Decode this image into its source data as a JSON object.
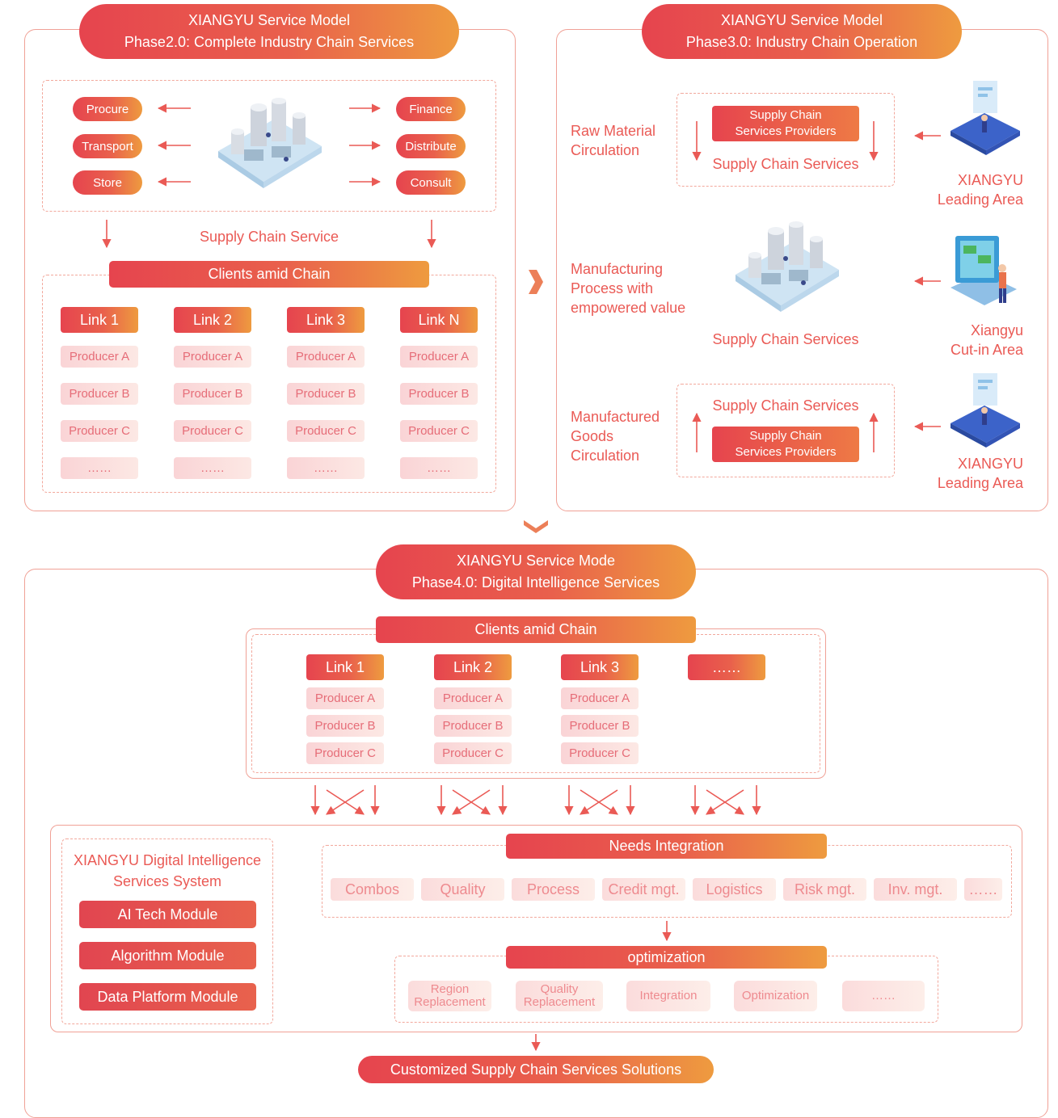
{
  "phase2": {
    "title_line1": "XIANGYU Service Model",
    "title_line2": "Phase2.0: Complete Industry Chain Services",
    "left_services": [
      "Procure",
      "Transport",
      "Store"
    ],
    "right_services": [
      "Finance",
      "Distribute",
      "Consult"
    ],
    "supply_chain_label": "Supply Chain Service",
    "clients_bar": "Clients amid Chain",
    "links": [
      "Link 1",
      "Link 2",
      "Link 3",
      "Link N"
    ],
    "producers": [
      "Producer A",
      "Producer B",
      "Producer C",
      "……"
    ]
  },
  "phase3": {
    "title_line1": "XIANGYU Service Model",
    "title_line2": "Phase3.0: Industry Chain Operation",
    "row1": {
      "left_text": "Raw Material\nCirculation",
      "provider_box": "Supply Chain\nServices Providers",
      "services_label": "Supply Chain Services",
      "right_text": "XIANGYU\nLeading Area"
    },
    "row2": {
      "left_text": "Manufacturing\nProcess with\nempowered value",
      "services_label": "Supply Chain Services",
      "right_text": "Xiangyu\nCut-in Area"
    },
    "row3": {
      "left_text": "Manufactured\nGoods\nCirculation",
      "services_label": "Supply Chain Services",
      "provider_box": "Supply Chain\nServices Providers",
      "right_text": "XIANGYU\nLeading Area"
    }
  },
  "phase4": {
    "title_line1": "XIANGYU Service Mode",
    "title_line2": "Phase4.0: Digital Intelligence Services",
    "clients_bar": "Clients amid Chain",
    "links": [
      "Link 1",
      "Link 2",
      "Link 3",
      "……"
    ],
    "producers": [
      "Producer A",
      "Producer B",
      "Producer C"
    ],
    "system_title": "XIANGYU Digital Intelligence\nServices System",
    "modules": [
      "AI Tech Module",
      "Algorithm Module",
      "Data Platform Module"
    ],
    "needs_bar": "Needs Integration",
    "needs": [
      "Combos",
      "Quality",
      "Process",
      "Credit mgt.",
      "Logistics",
      "Risk mgt.",
      "Inv. mgt.",
      "……"
    ],
    "optimization_bar": "optimization",
    "optimizations": [
      "Region\nReplacement",
      "Quality\nReplacement",
      "Integration",
      "Optimization",
      "……"
    ],
    "result": "Customized Supply Chain Services Solutions"
  },
  "colors": {
    "accent_red": "#e6444e",
    "accent_orange": "#ee9b3f",
    "text_red": "#ea5a55",
    "panel_border": "#f0a196",
    "producer_text": "#e66d78"
  }
}
